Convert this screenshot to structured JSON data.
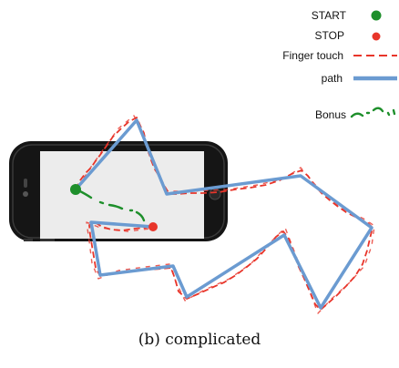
{
  "legend": {
    "start": "START",
    "stop": "STOP",
    "finger_touch": "Finger touch",
    "path": "path",
    "bonus": "Bonus"
  },
  "caption": "(b) complicated",
  "colors": {
    "start": "#1e8f2b",
    "stop": "#e8352a",
    "finger_touch": "#e8352a",
    "path": "#6b9bd1",
    "bonus": "#1e8f2b",
    "phone_body": "#151515",
    "screen": "#ececec"
  }
}
